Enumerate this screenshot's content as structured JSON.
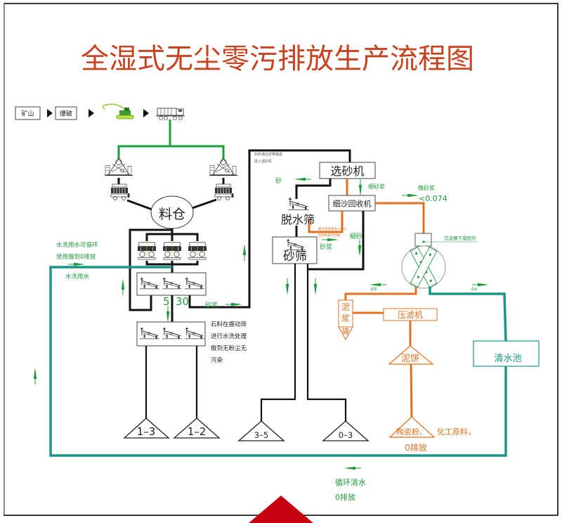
{
  "title": "全湿式无尘零污排放生产流程图",
  "colors": {
    "title": "#c8421e",
    "water_green": "#1f9a3c",
    "recycle_teal": "#1a9784",
    "sludge_orange": "#e0701f",
    "conveyor_green": "#1aa03a",
    "marker_red": "#c4000f"
  },
  "quarry": {
    "mine": "矿山",
    "blasting": "爆破",
    "icons": [
      "excavator-icon",
      "dump-truck-icon",
      "jaw-crusher-icon",
      "cone-crusher-icon"
    ]
  },
  "crushing": {
    "silo": "料仓",
    "size_min": "5",
    "size_max": "30",
    "slurry": "砂浆",
    "wash_note": [
      "石料在振动筛",
      "进行水洗处理",
      "做到无粉尘无",
      "污染"
    ]
  },
  "wash_water": {
    "recycle_note": [
      "水洗用水可循环",
      "使用做到0排放"
    ],
    "label": "水洗用水"
  },
  "sand": {
    "conveyor_note": [
      "石料通过皮带输送",
      "进入选砂机"
    ],
    "selector": "选砂机",
    "sand": "砂",
    "fine_slurry": "细砂浆",
    "recovery": "细沙回收机",
    "dewatering_screen": "脱水筛",
    "recovery_note": [
      "脱水筛泥浆进入细沙",
      "回收机再次回收"
    ],
    "sand_screen": "砂筛",
    "slurry": "砂浆",
    "fine_sand": "细砂"
  },
  "sludge": {
    "micro_slurry": "微砂浆",
    "micro_size": "<0.074",
    "flocculant": "沉淀槽下凝固剂",
    "mud": "泥浆",
    "clear_water": "清水",
    "mud_tank": [
      "泥",
      "浆",
      "罐"
    ],
    "filter_press": "压滤机",
    "mud_cake": "泥饼",
    "product": [
      "陶瓷粉、",
      "化工原料，",
      "0排放"
    ],
    "clear_pool": "清水池"
  },
  "products": [
    "1–3",
    "1–2",
    "3–5",
    "0–3"
  ],
  "recycle": [
    "循环清水",
    "0排放"
  ]
}
